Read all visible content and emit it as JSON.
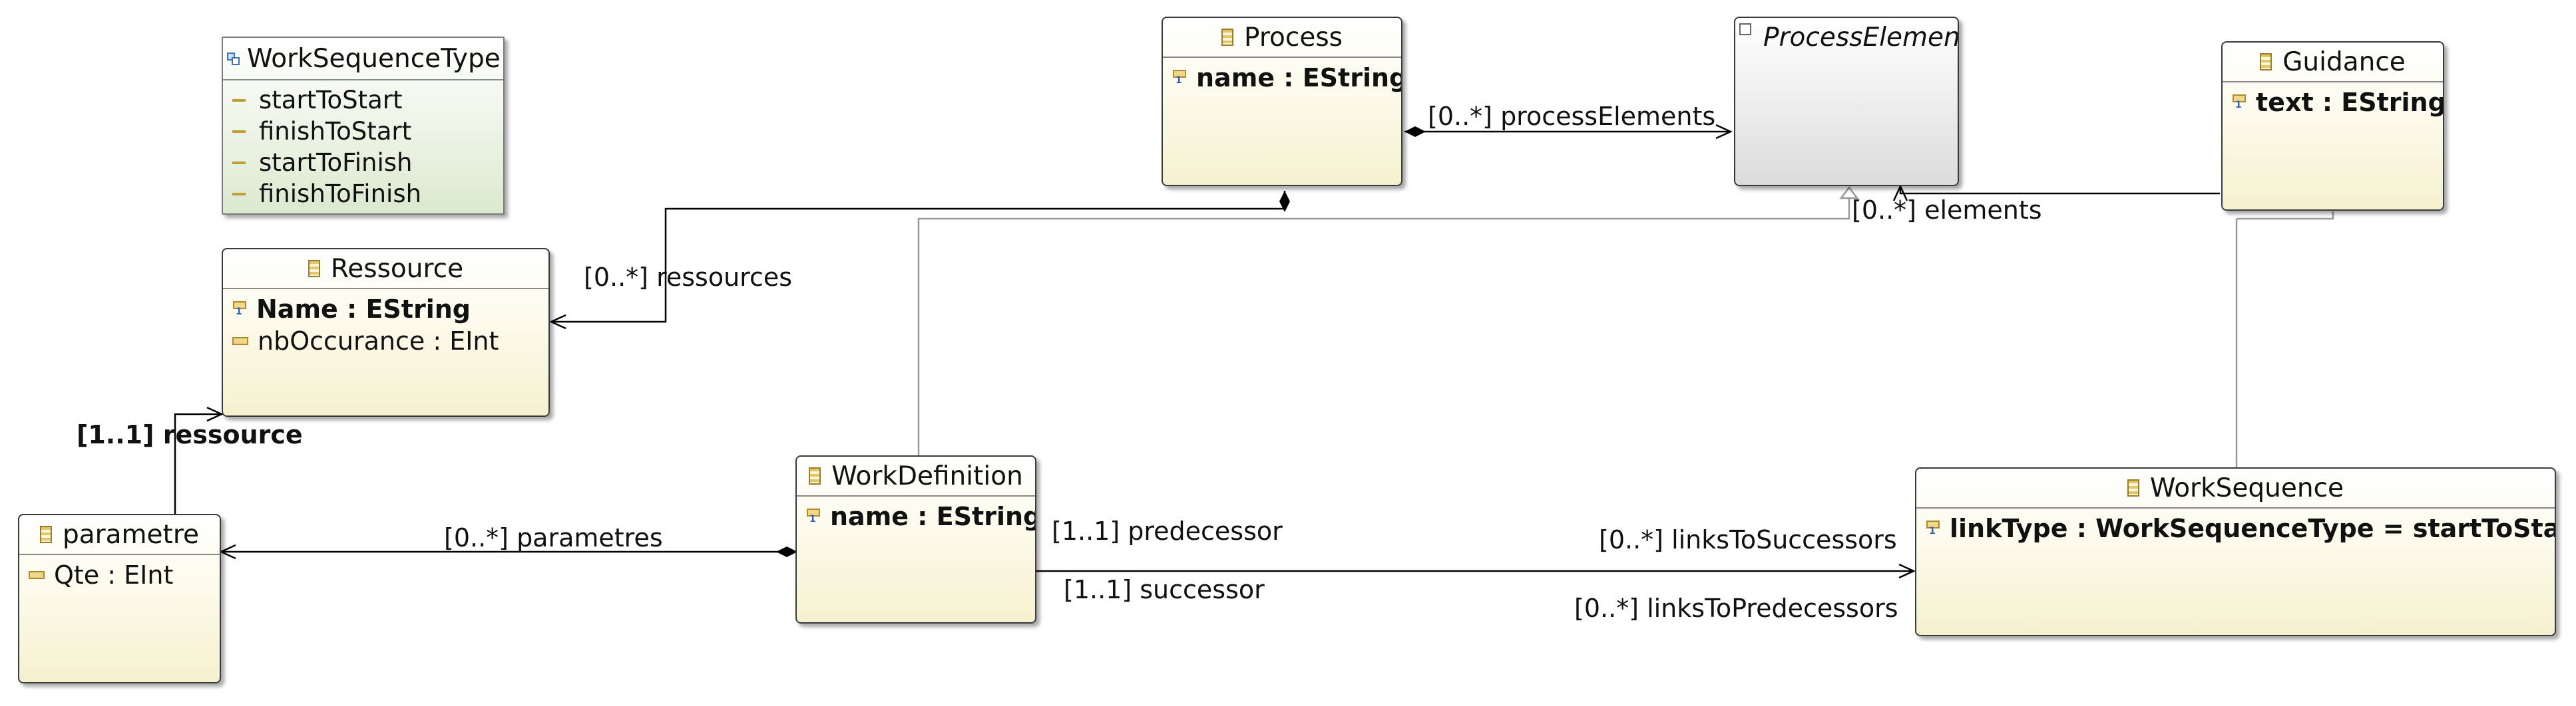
{
  "classes": {
    "worksequencetype": {
      "name": "WorkSequenceType",
      "literals": [
        "startToStart",
        "finishToStart",
        "startToFinish",
        "finishToFinish"
      ]
    },
    "ressource": {
      "name": "Ressource",
      "attrs": [
        "Name : EString",
        "nbOccurance : EInt"
      ]
    },
    "process": {
      "name": "Process",
      "attrs": [
        "name : EString"
      ]
    },
    "processelement": {
      "name": "ProcessElement"
    },
    "guidance": {
      "name": "Guidance",
      "attrs": [
        "text : EString"
      ]
    },
    "parametre": {
      "name": "parametre",
      "attrs": [
        "Qte : EInt"
      ]
    },
    "workdefinition": {
      "name": "WorkDefinition",
      "attrs": [
        "name : EString"
      ]
    },
    "worksequence": {
      "name": "WorkSequence",
      "attrs": [
        "linkType : WorkSequenceType = startToStart"
      ]
    }
  },
  "edge_labels": {
    "process_elements": "[0..*] processElements",
    "elements": "[0..*] elements",
    "ressources": "[0..*] ressources",
    "ressource": "[1..1] ressource",
    "parametres": "[0..*] parametres",
    "predecessor": "[1..1] predecessor",
    "successor": "[1..1] successor",
    "links_to_successors": "[0..*] linksToSuccessors",
    "links_to_predecessors": "[0..*] linksToPredecessors"
  },
  "colors": {
    "class_fill": "#fbf9e6",
    "abstract_fill": "#e6e6e6",
    "enum_fill": "#e6f0dc",
    "border": "#3a3a3a",
    "inheritance_line": "#9a9a9a",
    "reference_line": "#000000"
  },
  "icons": {
    "class": "eclass-icon",
    "enum": "eenum-icon",
    "abstract": "abstract-class-icon",
    "id_attribute": "id-attribute-icon",
    "attribute": "attribute-icon",
    "literal": "enum-literal-icon"
  }
}
